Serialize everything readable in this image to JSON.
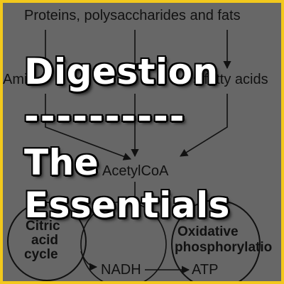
{
  "title": {
    "line1": "Digestion",
    "line2": "----------",
    "line3": "The",
    "line4": "Essentials"
  },
  "diagram": {
    "top_label": "Proteins, polysaccharides and fats",
    "left_label": "Ami",
    "right_label": "s fatty acids",
    "center_label": "AcetylCoA",
    "cycle_label_1": "Citric",
    "cycle_label_2": "acid",
    "cycle_label_3": "cycle",
    "oxidative_label_1": "Oxidative",
    "oxidative_label_2": "phosphorylatio",
    "nadh_label": "NADH",
    "atp_label": "ATP"
  },
  "colors": {
    "border": "#f2c81c",
    "background": "#676767",
    "title_text": "#ffffff"
  }
}
